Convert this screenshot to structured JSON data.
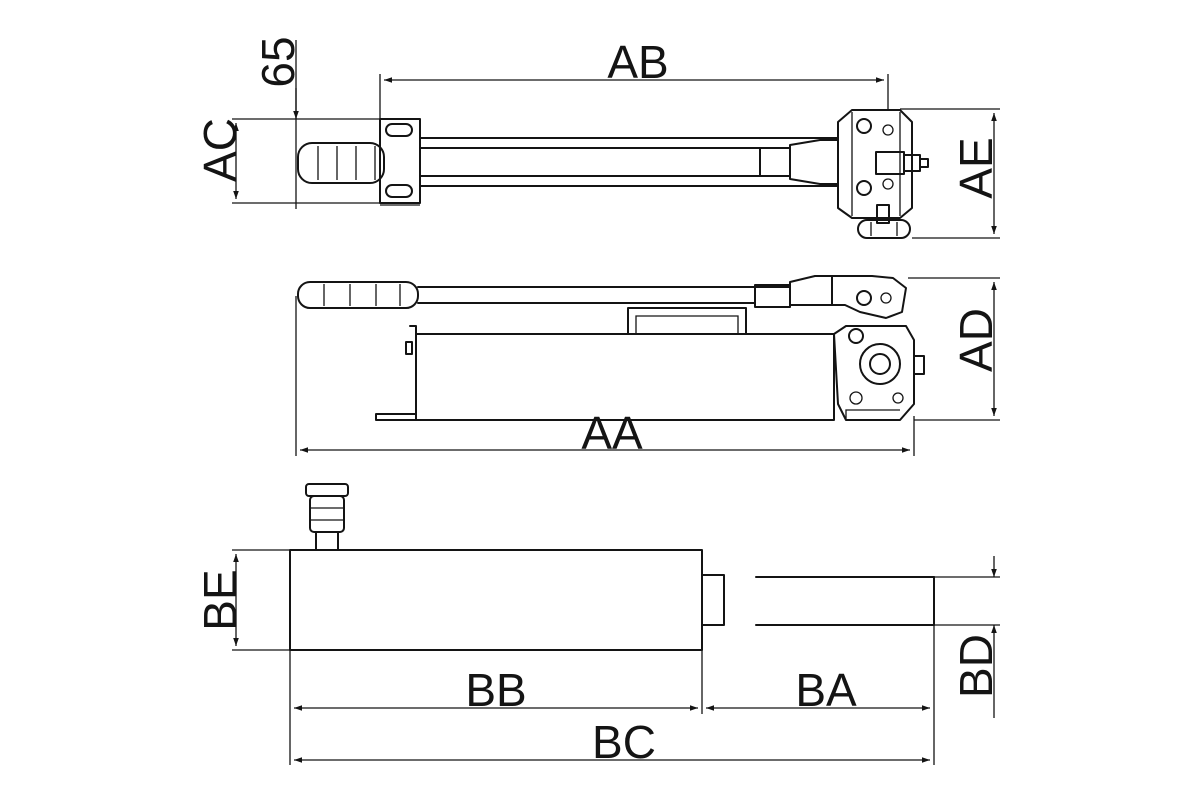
{
  "dimensions": {
    "top_view": {
      "width_label": "AB",
      "height_label": "AE",
      "handle_height_label": "AC",
      "offset_label": "65"
    },
    "side_view": {
      "length_label": "AA",
      "height_label": "AD"
    },
    "bottom_view": {
      "reservoir_length_label": "BB",
      "rod_length_label": "BA",
      "total_length_label": "BC",
      "height_label": "BE",
      "rod_diameter_label": "BD"
    }
  },
  "colors": {
    "line": "#141414",
    "background": "#ffffff"
  }
}
